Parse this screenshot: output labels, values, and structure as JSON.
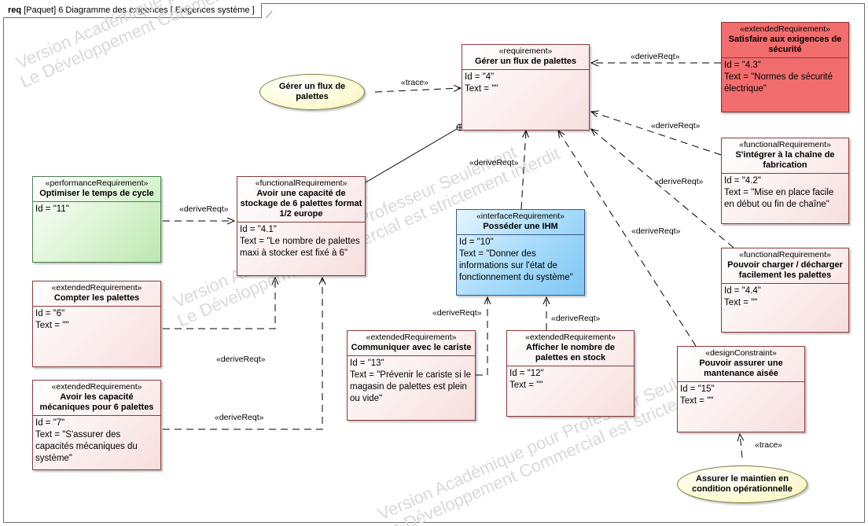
{
  "frame": {
    "keyword": "req",
    "label": "[Paquet] 6 Diagramme des exigences [ Exigences système ]"
  },
  "watermark": {
    "lines": [
      "Version Académique pour Professeur Seulement",
      "Le Développement Commercial est strictement interdit"
    ]
  },
  "requirements": {
    "r4": {
      "stereotype": "«requirement»",
      "name": "Gérer un flux de palettes",
      "id": "Id = \"4\"",
      "text": "Text = \"\""
    },
    "r43": {
      "stereotype": "«extendedRequirement»",
      "name": "Satisfaire aux exigences de sécurité",
      "id": "Id = \"4.3\"",
      "text": "Text = \"Normes de sécurité électrique\""
    },
    "r42": {
      "stereotype": "«functionalRequirement»",
      "name": "S'intégrer à la chaîne de fabrication",
      "id": "Id = \"4.2\"",
      "text": "Text = \"Mise en place facile en début ou fin de chaîne\""
    },
    "r44": {
      "stereotype": "«functionalRequirement»",
      "name": "Pouvoir charger / décharger facilement les palettes",
      "id": "Id = \"4.4\"",
      "text": "Text = \"\""
    },
    "r15": {
      "stereotype": "«designConstraint»",
      "name": "Pouvoir assurer une mantenance aisée",
      "id": "Id = \"15\"",
      "text": "Text = \"\""
    },
    "r10": {
      "stereotype": "«interfaceRequirement»",
      "name": "Posséder une IHM",
      "id": "Id = \"10\"",
      "text": "Text = \"Donner des informations sur l'état de fonctionnement du système\""
    },
    "r13": {
      "stereotype": "«extendedRequirement»",
      "name": "Communiquer avec le cariste",
      "id": "Id = \"13\"",
      "text": "Text = \"Prévenir le cariste si le magasin de palettes est plein ou vide\""
    },
    "r12": {
      "stereotype": "«extendedRequirement»",
      "name": "Afficher le nombre de palettes en stock",
      "id": "Id = \"12\"",
      "text": "Text = \"\""
    },
    "r41": {
      "stereotype": "«functionalRequirement»",
      "name": "Avoir une capacité de stockage de 6 palettes format 1/2 europe",
      "id": "Id = \"4.1\"",
      "text": "Text = \"Le nombre de palettes maxi à stocker est fixé à 6\""
    },
    "r11": {
      "stereotype": "«performanceRequirement»",
      "name": "Optimiser le temps de cycle",
      "id": "Id = \"11\"",
      "text": ""
    },
    "r6": {
      "stereotype": "«extendedRequirement»",
      "name": "Compter les palettes",
      "id": "Id = \"6\"",
      "text": "Text = \"\""
    },
    "r7": {
      "stereotype": "«extendedRequirement»",
      "name": "Avoir les capacité mécaniques pour 6 palettes",
      "id": "Id = \"7\"",
      "text": "Text = \"S'assurer des capacités mécaniques du système\""
    }
  },
  "usecases": {
    "uc1": "Gérer un flux de palettes",
    "uc2": "Assurer le maintien en condition opérationnelle"
  },
  "relations": {
    "trace": "«trace»",
    "deriveReqt": "«deriveReqt»"
  }
}
